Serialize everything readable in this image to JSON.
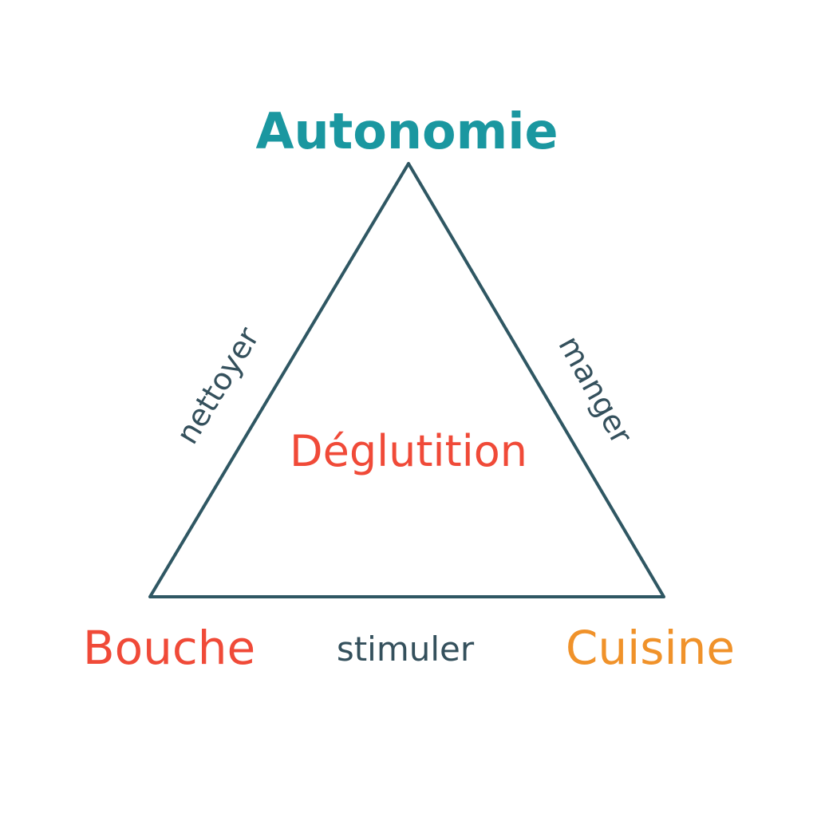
{
  "diagram": {
    "top": "Autonomie",
    "center": "Déglutition",
    "bottom_left": "Bouche",
    "bottom_right": "Cuisine",
    "edge_left": "nettoyer",
    "edge_right": "manger",
    "edge_bottom": "stimuler"
  },
  "colors": {
    "teal": "#1a97a0",
    "red": "#f04a38",
    "orange": "#f0922a",
    "dark": "#34505c"
  }
}
